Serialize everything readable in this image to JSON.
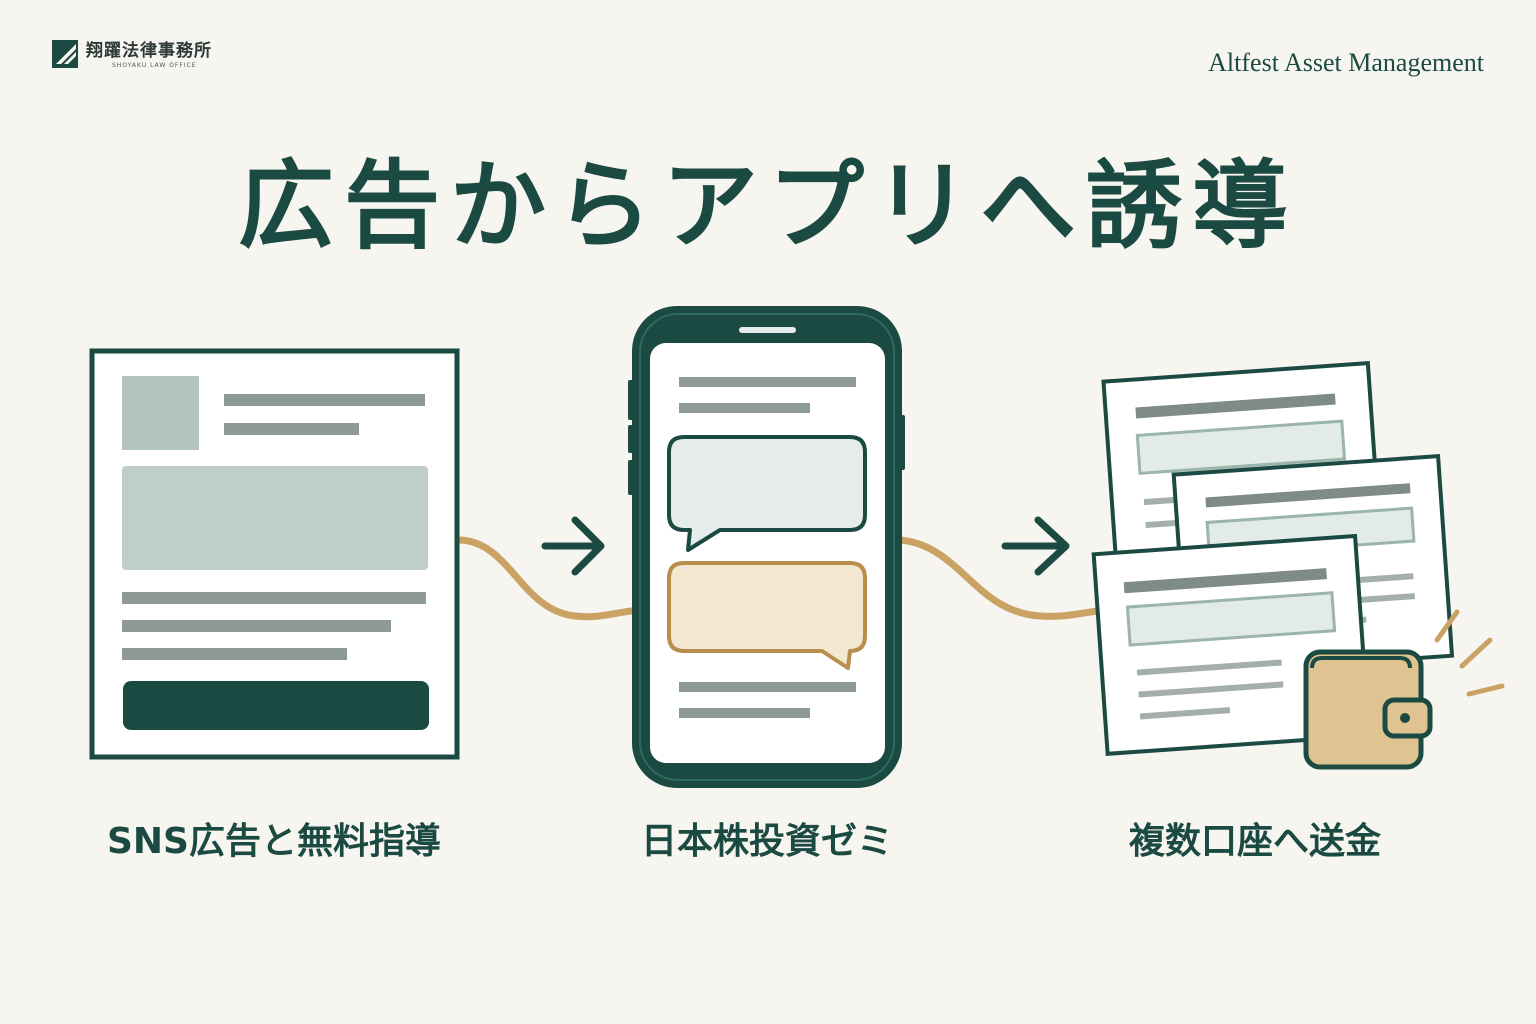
{
  "header": {
    "logo_name": "翔躍法律事務所",
    "logo_sub": "SHOYAKU LAW OFFICE",
    "brand": "Altfest Asset Management"
  },
  "title": "広告からアプリへ誘導",
  "steps": [
    {
      "label": "SNS広告と無料指導",
      "icon": "ad-page-icon"
    },
    {
      "label": "日本株投資ゼミ",
      "icon": "smartphone-chat-icon"
    },
    {
      "label": "複数口座へ送金",
      "icon": "account-forms-wallet-icon"
    }
  ],
  "colors": {
    "background": "#f7f5f0",
    "primary": "#1b4a42",
    "accent": "#c9a264",
    "muted_bar": "#8e9b95",
    "light_green": "#bfcfc7"
  }
}
